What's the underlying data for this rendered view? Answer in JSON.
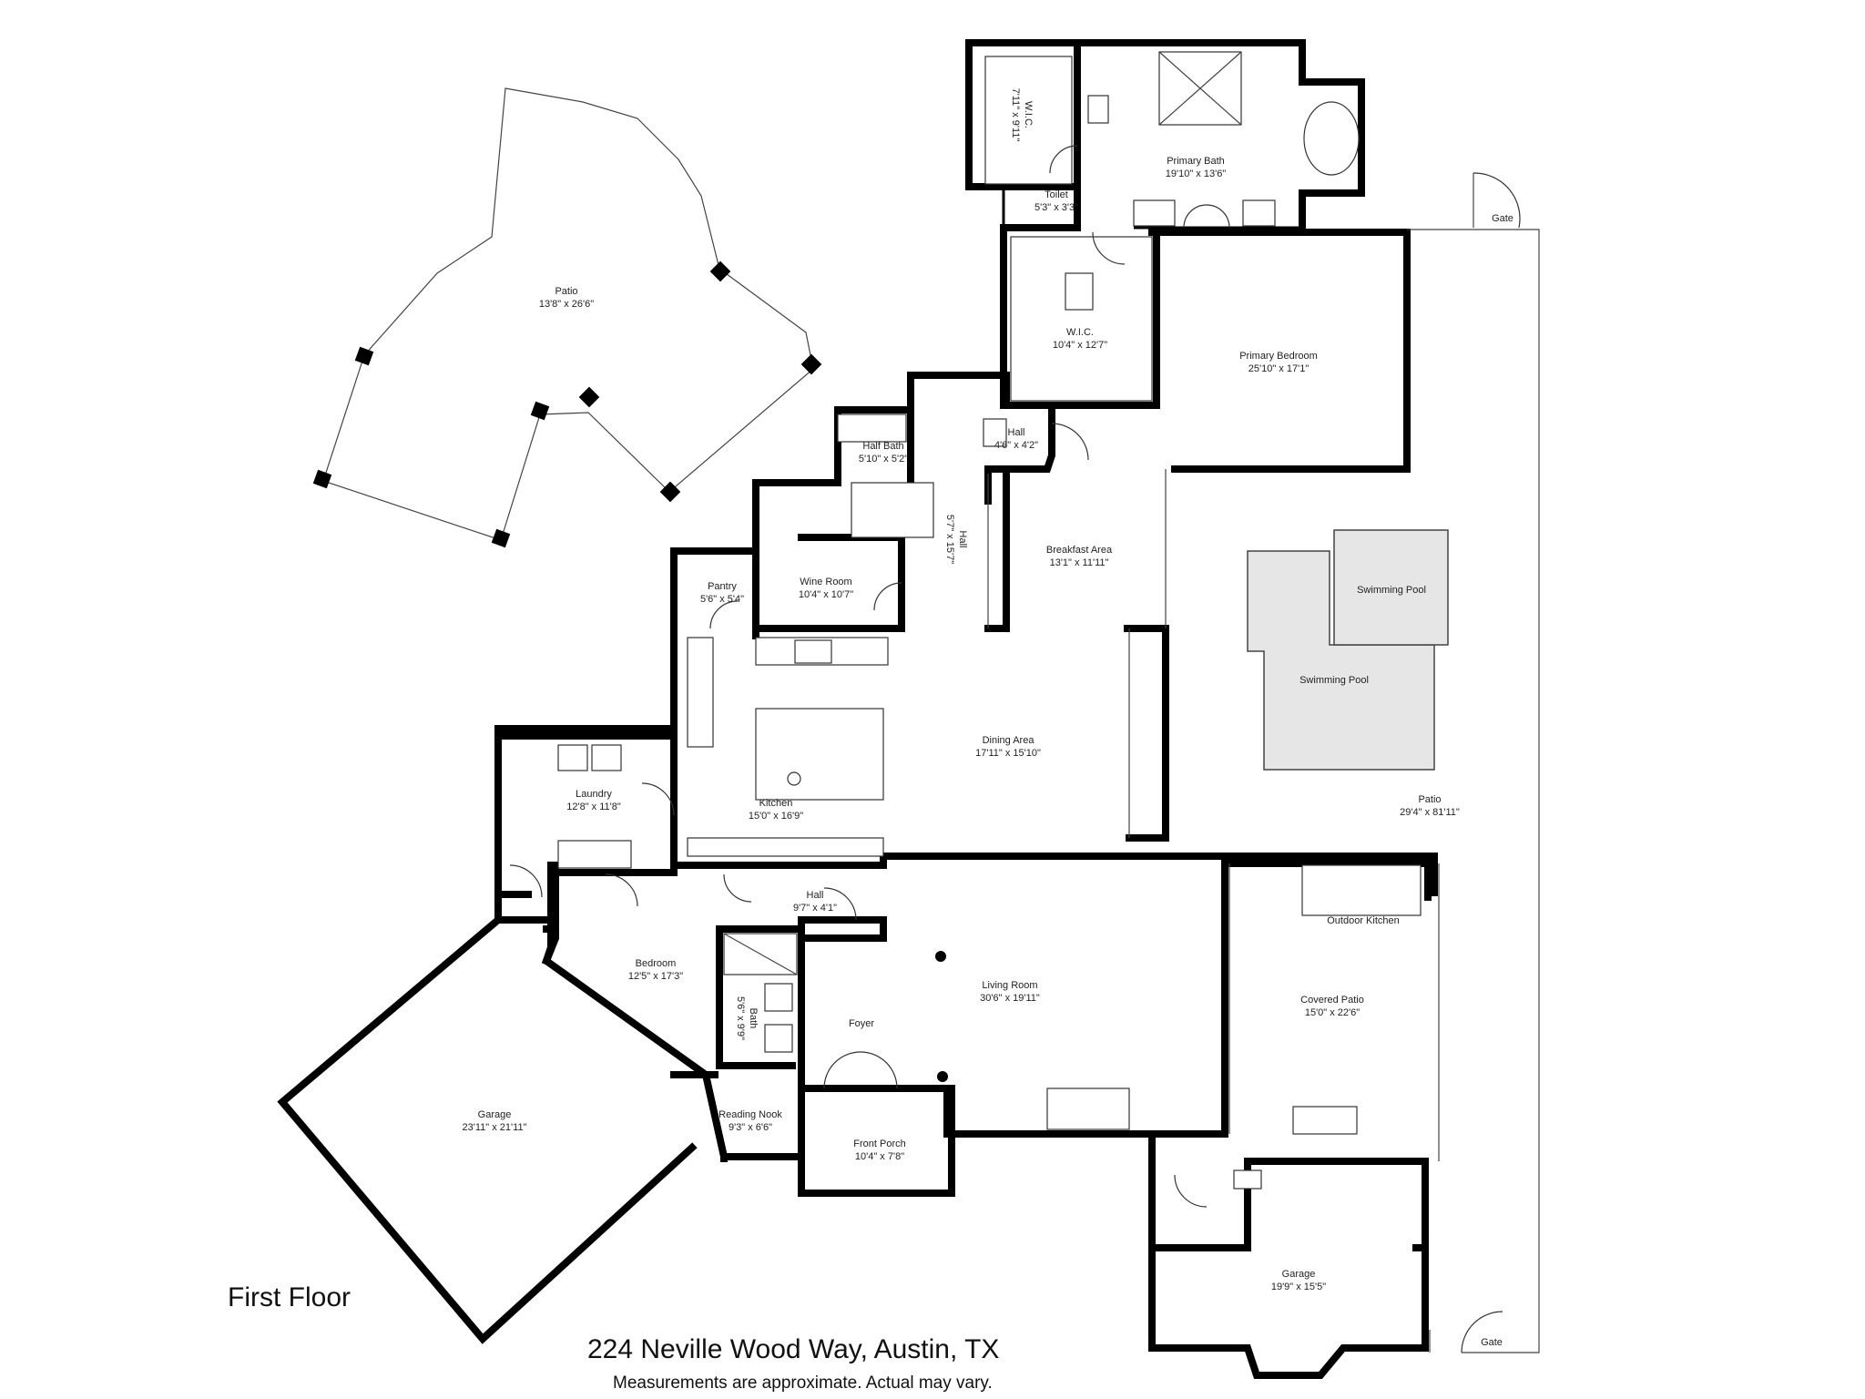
{
  "floor_label": "First Floor",
  "address": "224 Neville Wood Way, Austin, TX",
  "disclaimer": "Measurements are approximate.  Actual may vary.",
  "rooms": {
    "wic_top": {
      "name": "W.I.C.",
      "dims": "7'11\" x 9'11\""
    },
    "primary_bath": {
      "name": "Primary Bath",
      "dims": "19'10\" x 13'6\""
    },
    "toilet": {
      "name": "Toilet",
      "dims": "5'3\" x 3'3\""
    },
    "gate_top": {
      "name": "Gate"
    },
    "patio_nw": {
      "name": "Patio",
      "dims": "13'8\" x 26'6\""
    },
    "wic_mid": {
      "name": "W.I.C.",
      "dims": "10'4\" x 12'7\""
    },
    "primary_bedroom": {
      "name": "Primary Bedroom",
      "dims": "25'10\" x 17'1\""
    },
    "half_bath": {
      "name": "Half Bath",
      "dims": "5'10\" x 5'2\""
    },
    "hall_upper": {
      "name": "Hall",
      "dims": "4'6\" x 4'2\""
    },
    "hall_vertical": {
      "name": "Hall",
      "dims": "5'7\" x 15'7\""
    },
    "breakfast": {
      "name": "Breakfast Area",
      "dims": "13'1\" x 11'11\""
    },
    "wine_room": {
      "name": "Wine Room",
      "dims": "10'4\" x 10'7\""
    },
    "pantry": {
      "name": "Pantry",
      "dims": "5'6\" x 5'4\""
    },
    "pool_small": {
      "name": "Swimming Pool"
    },
    "pool_large": {
      "name": "Swimming Pool"
    },
    "dining": {
      "name": "Dining Area",
      "dims": "17'11\" x 15'10\""
    },
    "laundry": {
      "name": "Laundry",
      "dims": "12'8\" x 11'8\""
    },
    "kitchen": {
      "name": "Kitchen",
      "dims": "15'0\" x 16'9\""
    },
    "patio_east": {
      "name": "Patio",
      "dims": "29'4\" x 81'11\""
    },
    "hall_lower": {
      "name": "Hall",
      "dims": "9'7\" x 4'1\""
    },
    "outdoor_kitchen": {
      "name": "Outdoor Kitchen"
    },
    "bedroom": {
      "name": "Bedroom",
      "dims": "12'5\" x 17'3\""
    },
    "living": {
      "name": "Living Room",
      "dims": "30'6\" x 19'11\""
    },
    "covered_patio": {
      "name": "Covered Patio",
      "dims": "15'0\" x 22'6\""
    },
    "bath": {
      "name": "Bath",
      "dims": "5'6\" x 9'9\""
    },
    "foyer": {
      "name": "Foyer"
    },
    "garage_left": {
      "name": "Garage",
      "dims": "23'11\" x 21'11\""
    },
    "reading_nook": {
      "name": "Reading Nook",
      "dims": "9'3\" x 6'6\""
    },
    "front_porch": {
      "name": "Front Porch",
      "dims": "10'4\" x 7'8\""
    },
    "garage_right": {
      "name": "Garage",
      "dims": "19'9\" x 15'5\""
    },
    "gate_bottom": {
      "name": "Gate"
    }
  }
}
